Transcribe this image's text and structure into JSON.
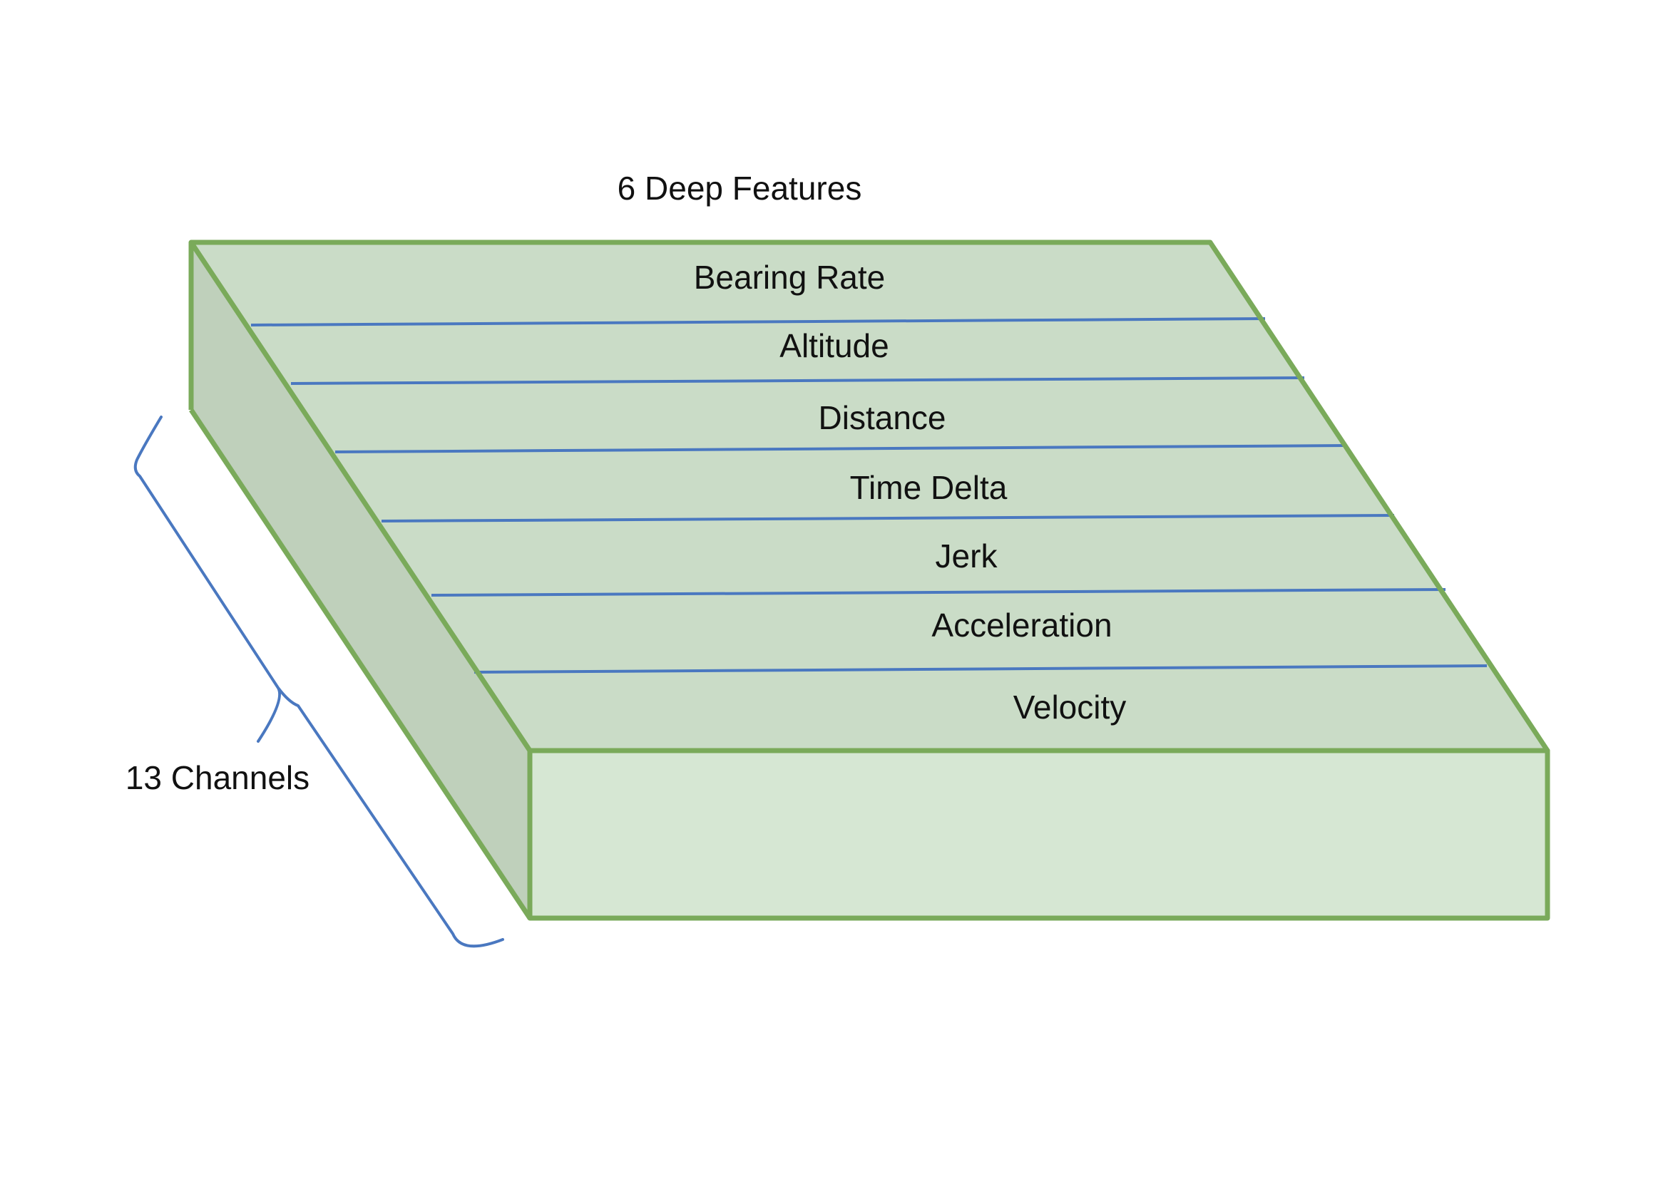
{
  "diagram": {
    "title": "6 Deep Features",
    "channels_label": "13 Channels",
    "features": [
      "Bearing Rate",
      "Altitude",
      "Distance",
      "Time Delta",
      "Jerk",
      "Acceleration",
      "Velocity"
    ],
    "colors": {
      "top_fill": "#cadcc7",
      "side_fill": "#bfd0bb",
      "front_fill": "#d6e7d3",
      "outline": "#7aaa5a",
      "divider": "#4a78c0",
      "brace": "#4a78c0"
    }
  }
}
